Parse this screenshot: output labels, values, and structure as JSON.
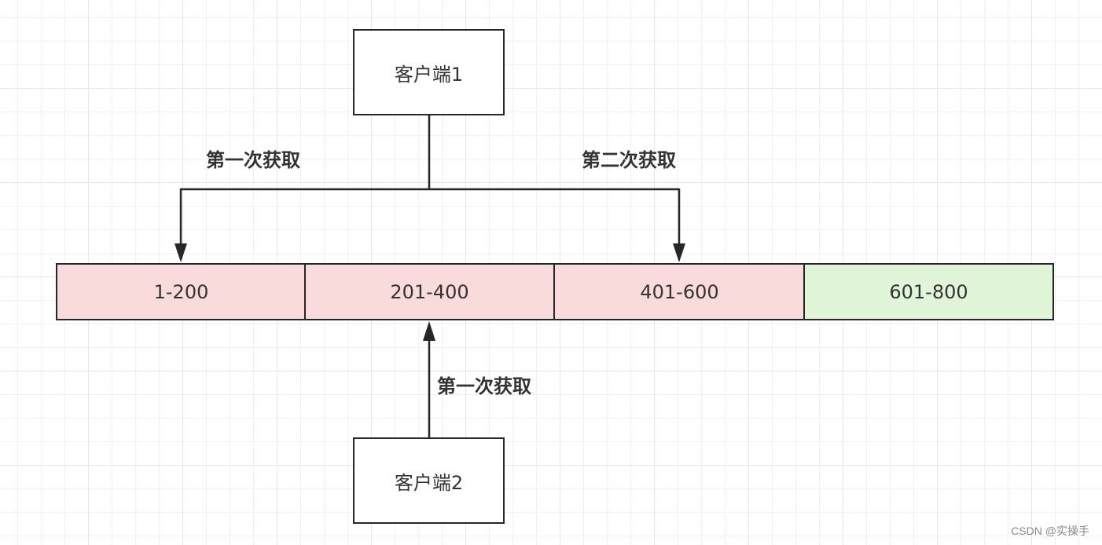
{
  "clients": {
    "client1": "客户端1",
    "client2": "客户端2"
  },
  "segments": [
    {
      "label": "1-200",
      "status": "used"
    },
    {
      "label": "201-400",
      "status": "used"
    },
    {
      "label": "401-600",
      "status": "used"
    },
    {
      "label": "601-800",
      "status": "free"
    }
  ],
  "edges": {
    "client1_first": "第一次获取",
    "client1_second": "第二次获取",
    "client2_first": "第一次获取"
  },
  "colors": {
    "used_segment": "#f9dbdb",
    "free_segment": "#e1f5d9",
    "stroke": "#262626"
  },
  "watermark": "CSDN @实操手"
}
